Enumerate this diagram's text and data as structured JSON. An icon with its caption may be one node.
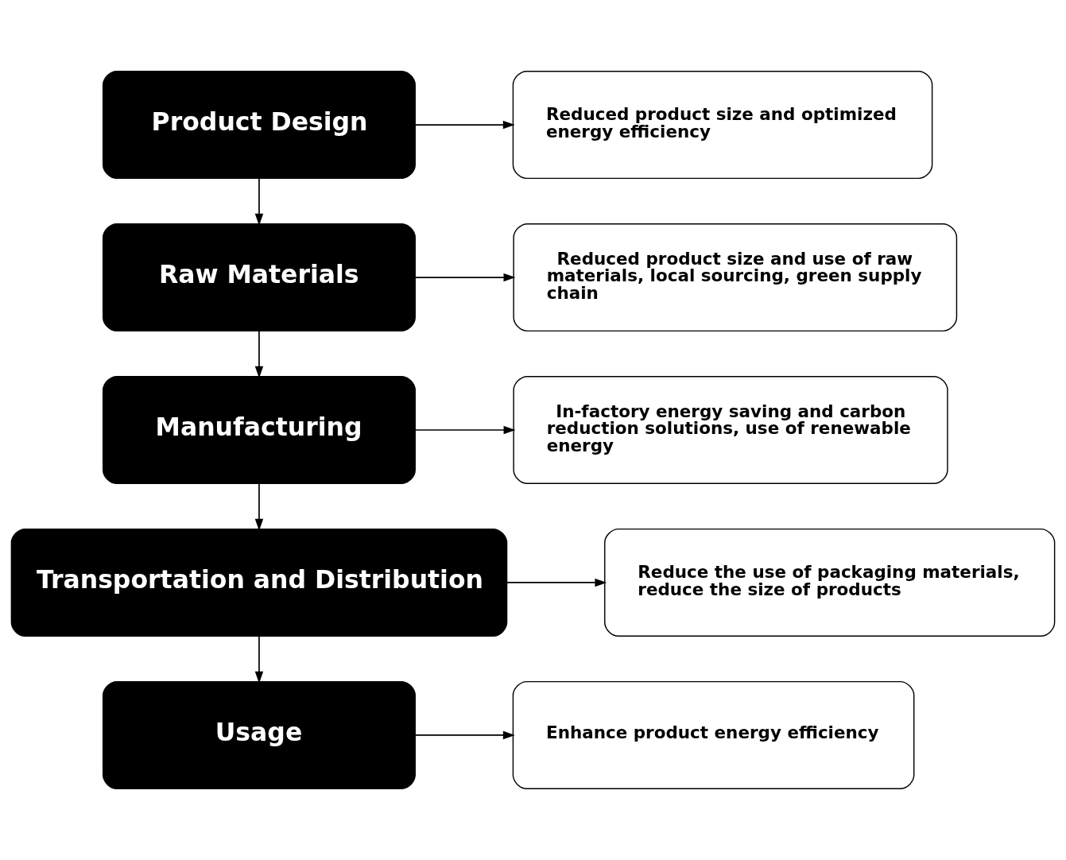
{
  "diagram": {
    "nodes": [
      {
        "text": [
          "Product Design"
        ]
      },
      {
        "text": [
          "Reduced product size and optimized energy efficiency"
        ]
      },
      {
        "text": [
          "Raw Materials"
        ]
      },
      {
        "text": [
          "Reduced product size and use of raw materials, local sourcing, green supply chain"
        ]
      },
      {
        "text": [
          "Manufacturing"
        ]
      },
      {
        "text": [
          "In-factory energy saving and carbon reduction solutions, use of renewable energy"
        ]
      },
      {
        "text": [
          "Transportation and Distribution"
        ]
      },
      {
        "text": [
          "Reduce the use of packaging materials, reduce the size of products"
        ]
      },
      {
        "text": [
          "Usage"
        ]
      },
      {
        "text": [
          "Enhance product energy efficiency"
        ]
      }
    ],
    "edges": [
      {
        "from": 0,
        "to": 1,
        "arrow": "to"
      },
      {
        "from": 0,
        "to": 2,
        "arrow": "to"
      },
      {
        "from": 2,
        "to": 3,
        "arrow": "to"
      },
      {
        "from": 2,
        "to": 4,
        "arrow": "to"
      },
      {
        "from": 4,
        "to": 5,
        "arrow": "to"
      },
      {
        "from": 4,
        "to": 6,
        "arrow": "to"
      },
      {
        "from": 6,
        "to": 7,
        "arrow": "to"
      },
      {
        "from": 6,
        "to": 8,
        "arrow": "to"
      },
      {
        "from": 8,
        "to": 9,
        "arrow": "to"
      }
    ]
  }
}
